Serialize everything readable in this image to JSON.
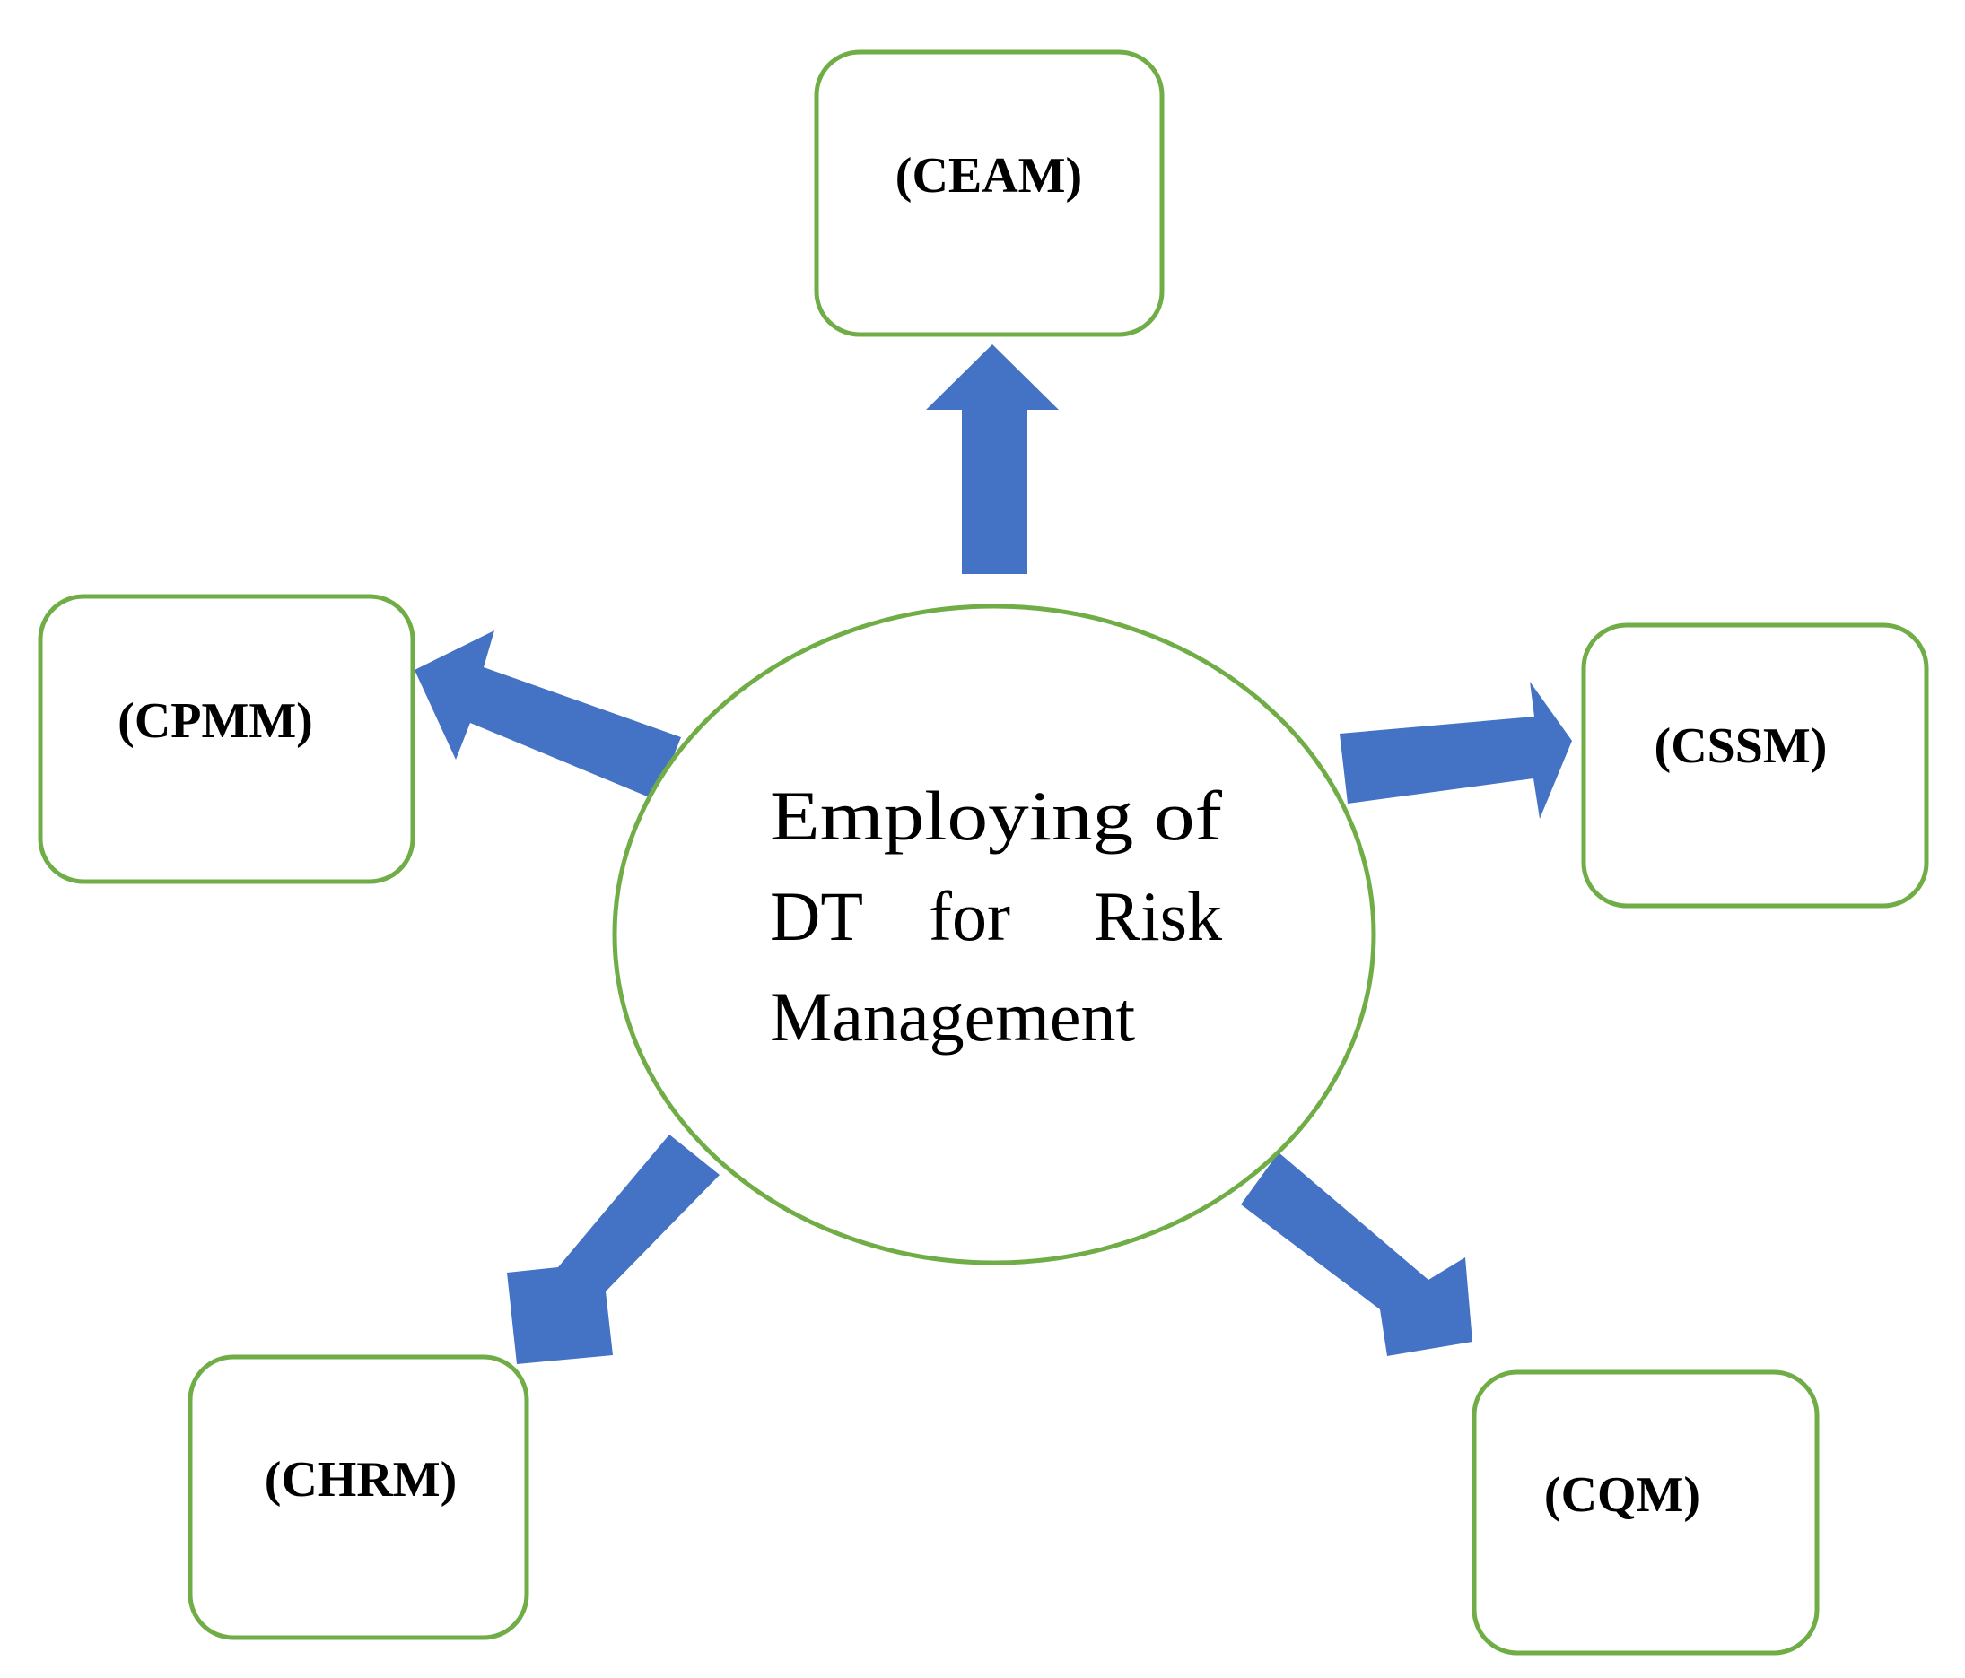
{
  "center": {
    "line1": "Employing of",
    "line2_left": "DT",
    "line2_mid": "for",
    "line2_right": "Risk",
    "line3": "Management"
  },
  "nodes": {
    "ceam": "(CEAM)",
    "cpmm": "(CPMM)",
    "cssm": "(CSSM)",
    "chrm": "(CHRM)",
    "cqm": "(CQM)"
  },
  "colors": {
    "border": "#70ad47",
    "arrow": "#4472c4",
    "text": "#000000",
    "background": "#ffffff"
  }
}
